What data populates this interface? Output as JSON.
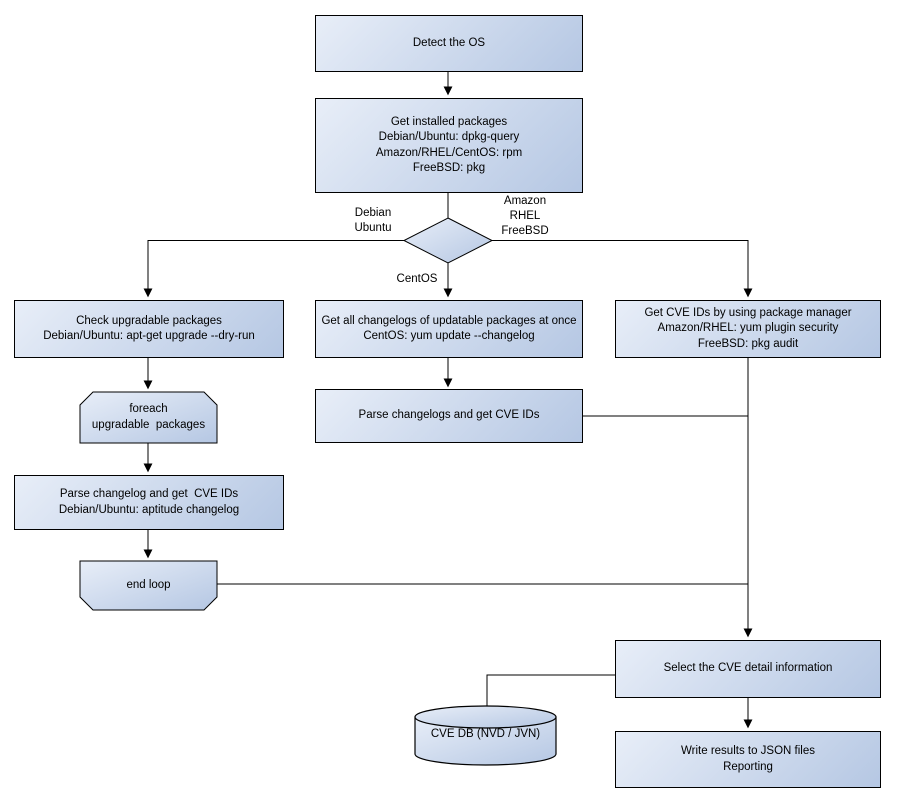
{
  "diagram": {
    "type": "flowchart",
    "background": "#ffffff",
    "colors": {
      "node_fill_start": "#e8eef8",
      "node_fill_end": "#b5c7e3",
      "node_border": "#000000",
      "connector": "#000000",
      "text": "#000000"
    },
    "nodes": {
      "detect_os": {
        "label": "Detect the OS"
      },
      "get_installed": {
        "label": "Get installed packages\nDebian/Ubuntu: dpkg-query\nAmazon/RHEL/CentOS: rpm\nFreeBSD: pkg"
      },
      "check_upgradable": {
        "label": "Check upgradable packages\nDebian/Ubuntu: apt-get upgrade --dry-run"
      },
      "foreach_loop": {
        "label": "foreach\nupgradable  packages"
      },
      "parse_changelog_deb": {
        "label": "Parse changelog and get  CVE IDs\nDebian/Ubuntu: aptitude changelog"
      },
      "end_loop": {
        "label": "end loop"
      },
      "get_changelogs_centos": {
        "label": "Get all changelogs of updatable packages at once\nCentOS: yum update --changelog"
      },
      "parse_changelogs_centos": {
        "label": "Parse changelogs and get CVE IDs"
      },
      "get_cve_ids_pkg_mgr": {
        "label": "Get CVE IDs by using package manager\nAmazon/RHEL: yum plugin security\nFreeBSD: pkg audit"
      },
      "select_cve_detail": {
        "label": "Select the CVE detail information"
      },
      "cve_db": {
        "label": "CVE DB (NVD / JVN)"
      },
      "write_results": {
        "label": "Write results to JSON files\nReporting"
      }
    },
    "edge_labels": {
      "debian_ubuntu": "Debian\nUbuntu",
      "amazon_rhel_freebsd": "Amazon\nRHEL\nFreeBSD",
      "centos": "CentOS"
    }
  }
}
